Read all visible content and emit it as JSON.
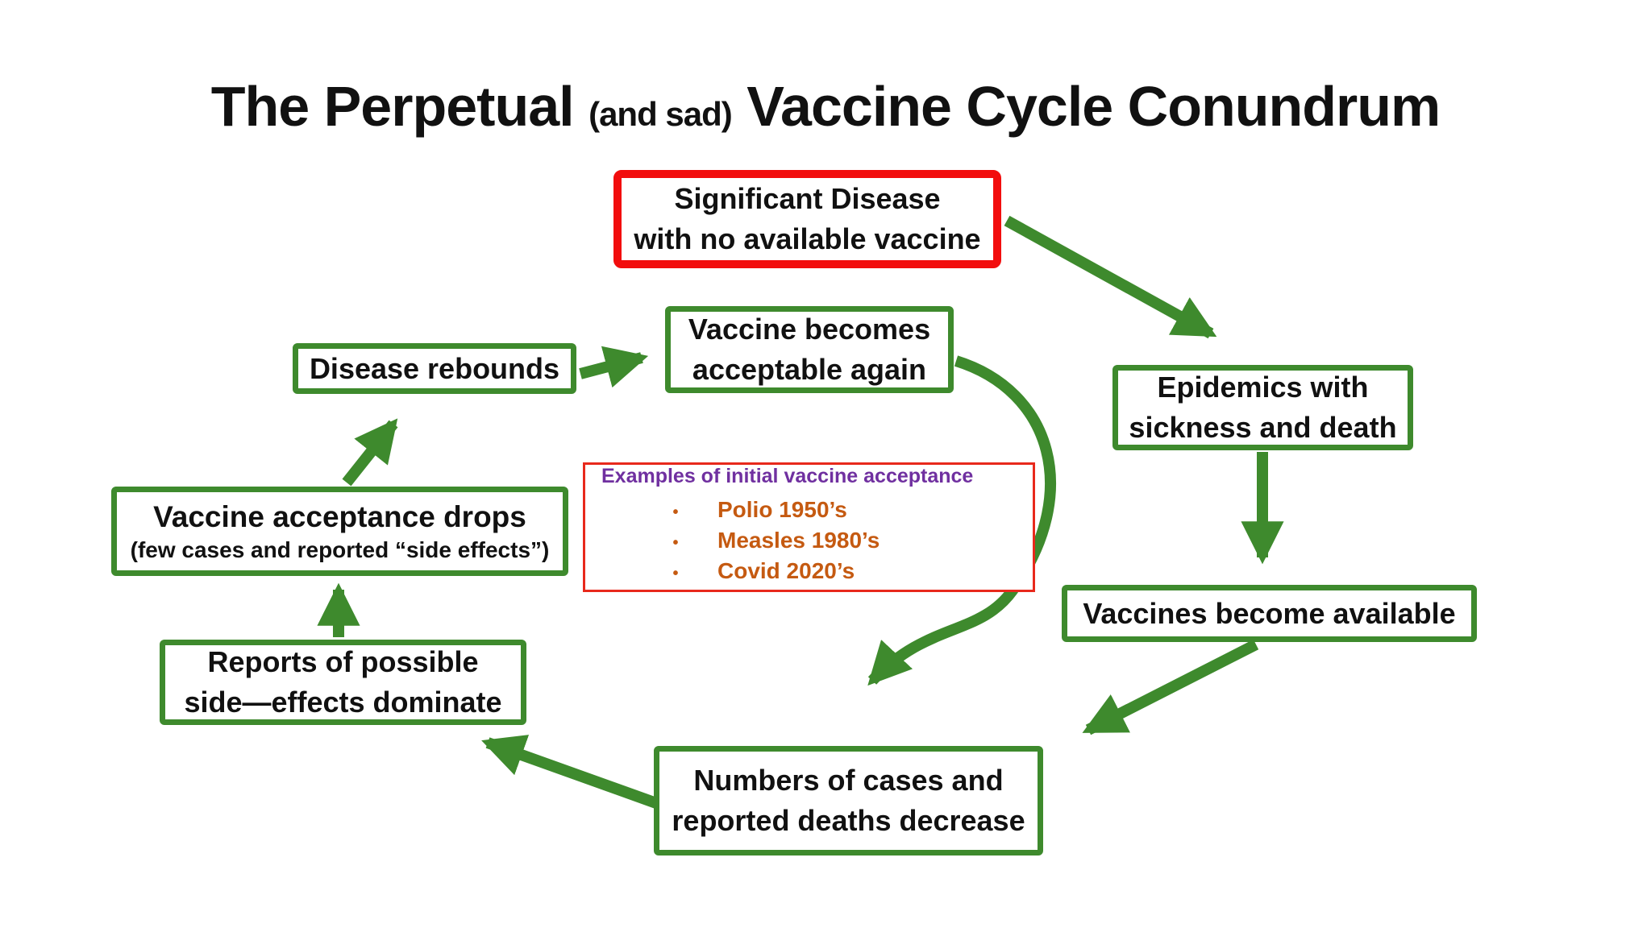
{
  "colors": {
    "green": "#3E8A2D",
    "red_strong": "#F20D0D",
    "red_thin": "#E8291C",
    "purple": "#7030A0",
    "orange": "#C55A11",
    "text": "#111111"
  },
  "title": {
    "part1": "The Perpetual",
    "part2": "(and sad)",
    "part3": "Vaccine Cycle Conundrum"
  },
  "boxes": {
    "significant_disease": {
      "line1": "Significant Disease",
      "line2": "with no available vaccine"
    },
    "vaccine_acceptable": {
      "line1": "Vaccine becomes",
      "line2": "acceptable again"
    },
    "disease_rebounds": {
      "line1": "Disease rebounds"
    },
    "epidemics": {
      "line1": "Epidemics with",
      "line2": "sickness and death"
    },
    "acceptance_drops": {
      "line1": "Vaccine acceptance drops",
      "line2": "(few cases and reported “side effects”)"
    },
    "vaccines_available": {
      "line1": "Vaccines become available"
    },
    "reports": {
      "line1": "Reports of possible",
      "line2": "side—effects dominate"
    },
    "numbers": {
      "line1": "Numbers of cases and",
      "line2": "reported deaths decrease"
    }
  },
  "examples": {
    "title": "Examples of initial vaccine acceptance",
    "bullet": "•",
    "items": [
      "Polio 1950’s",
      "Measles 1980’s",
      "Covid 2020’s"
    ]
  }
}
